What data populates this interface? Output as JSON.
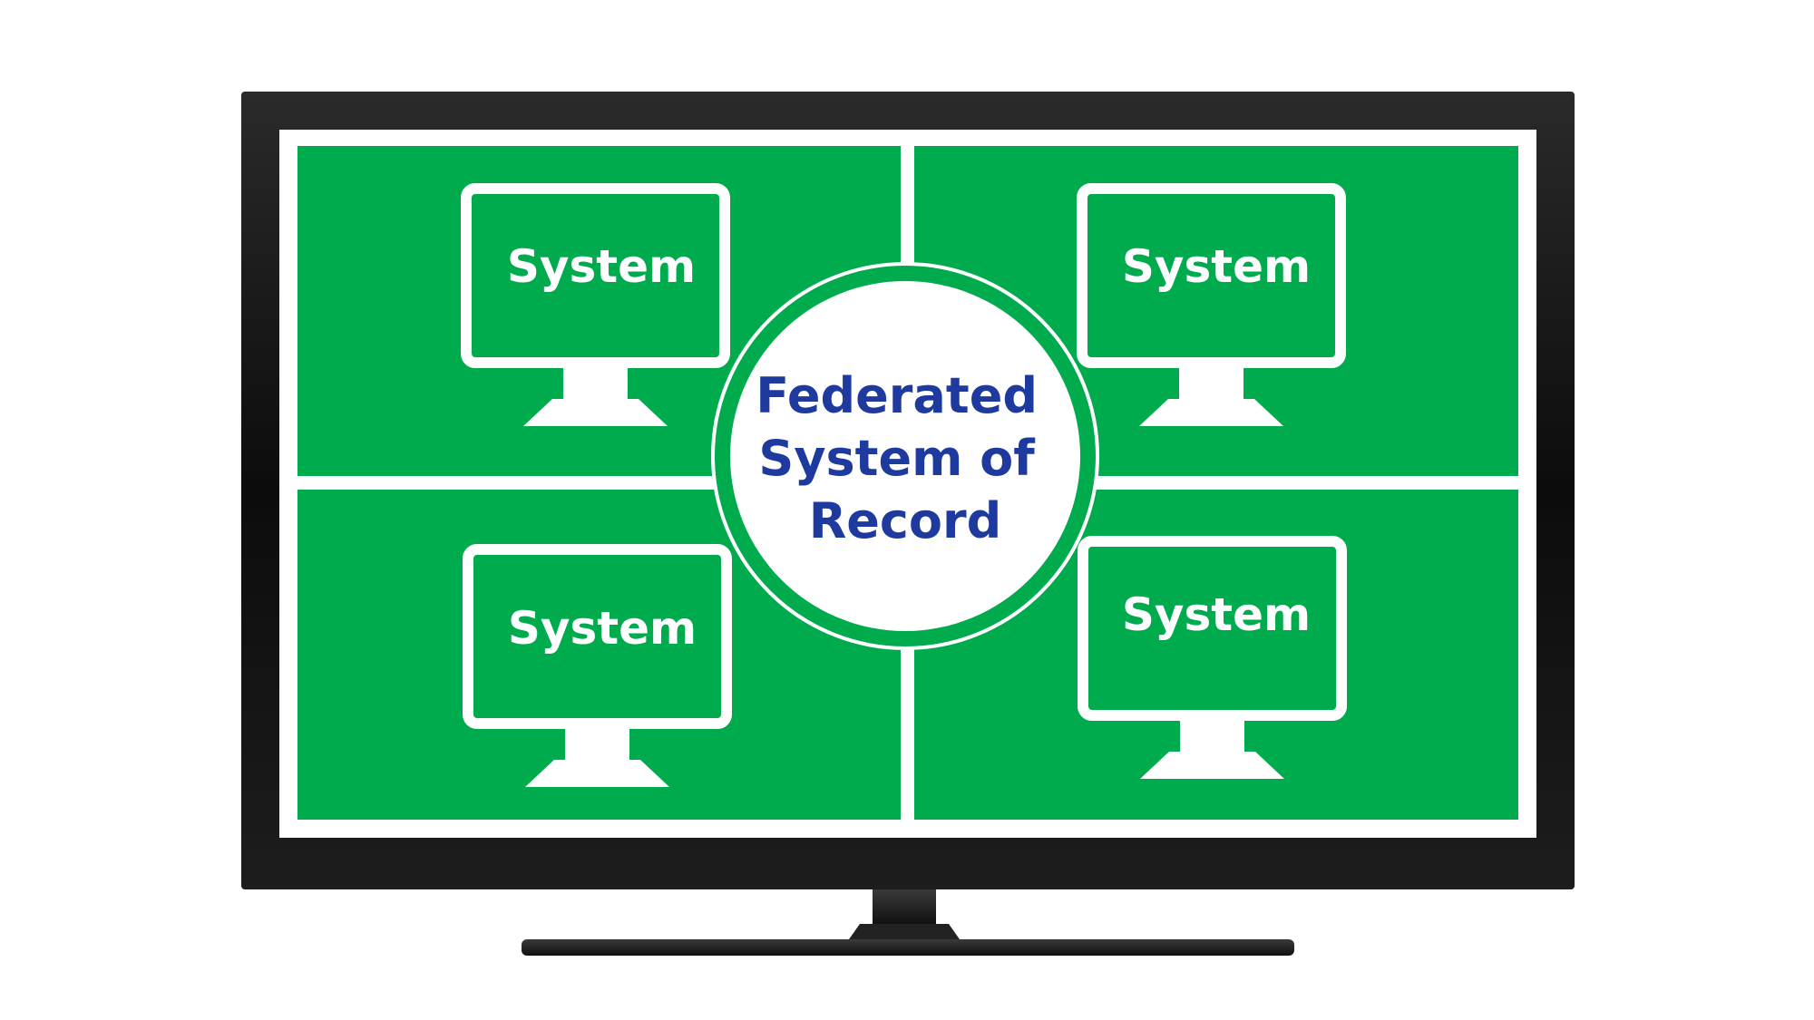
{
  "diagram": {
    "center_label_lines": [
      "Federated",
      "System of",
      "Record"
    ],
    "systems": [
      {
        "label": "System"
      },
      {
        "label": "System"
      },
      {
        "label": "System"
      },
      {
        "label": "System"
      }
    ]
  },
  "colors": {
    "panel_green": "#00ab4e",
    "center_text_blue": "#1e3a9e",
    "monitor_white": "#ffffff",
    "tv_bezel": "#111111"
  },
  "icons": [
    "monitor-icon",
    "tv-stand-icon"
  ]
}
